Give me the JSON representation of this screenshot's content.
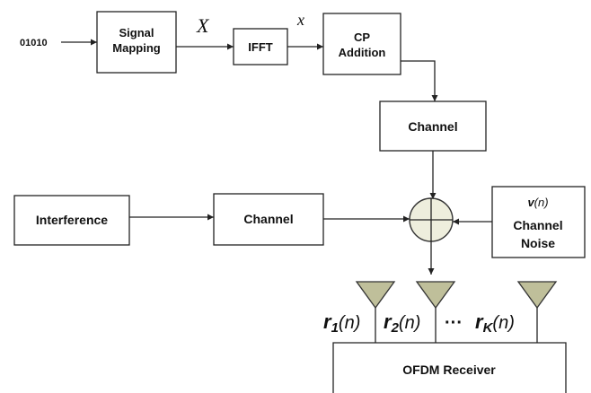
{
  "input_bits": "01010",
  "blocks": {
    "signal_mapping": [
      "Signal",
      "Mapping"
    ],
    "ifft": "IFFT",
    "cp_addition": [
      "CP",
      "Addition"
    ],
    "channel_main": "Channel",
    "interference": "Interference",
    "channel_interference": "Channel",
    "noise": {
      "var_bold": "v",
      "var_arg": "(n)",
      "line1": "Channel",
      "line2": "Noise"
    },
    "receiver": "OFDM Receiver"
  },
  "signals": {
    "X": "X",
    "x": "x"
  },
  "receiver_inputs": [
    {
      "sym": "r",
      "sub": "1",
      "arg": "(n)"
    },
    {
      "sym": "r",
      "sub": "2",
      "arg": "(n)"
    },
    {
      "sym": "r",
      "sub": "K",
      "arg": "(n)"
    }
  ],
  "ellipsis": "···",
  "colors": {
    "antenna_fill": "#bfbf9a",
    "summer_fill": "#eeeedd",
    "line": "#222222"
  }
}
